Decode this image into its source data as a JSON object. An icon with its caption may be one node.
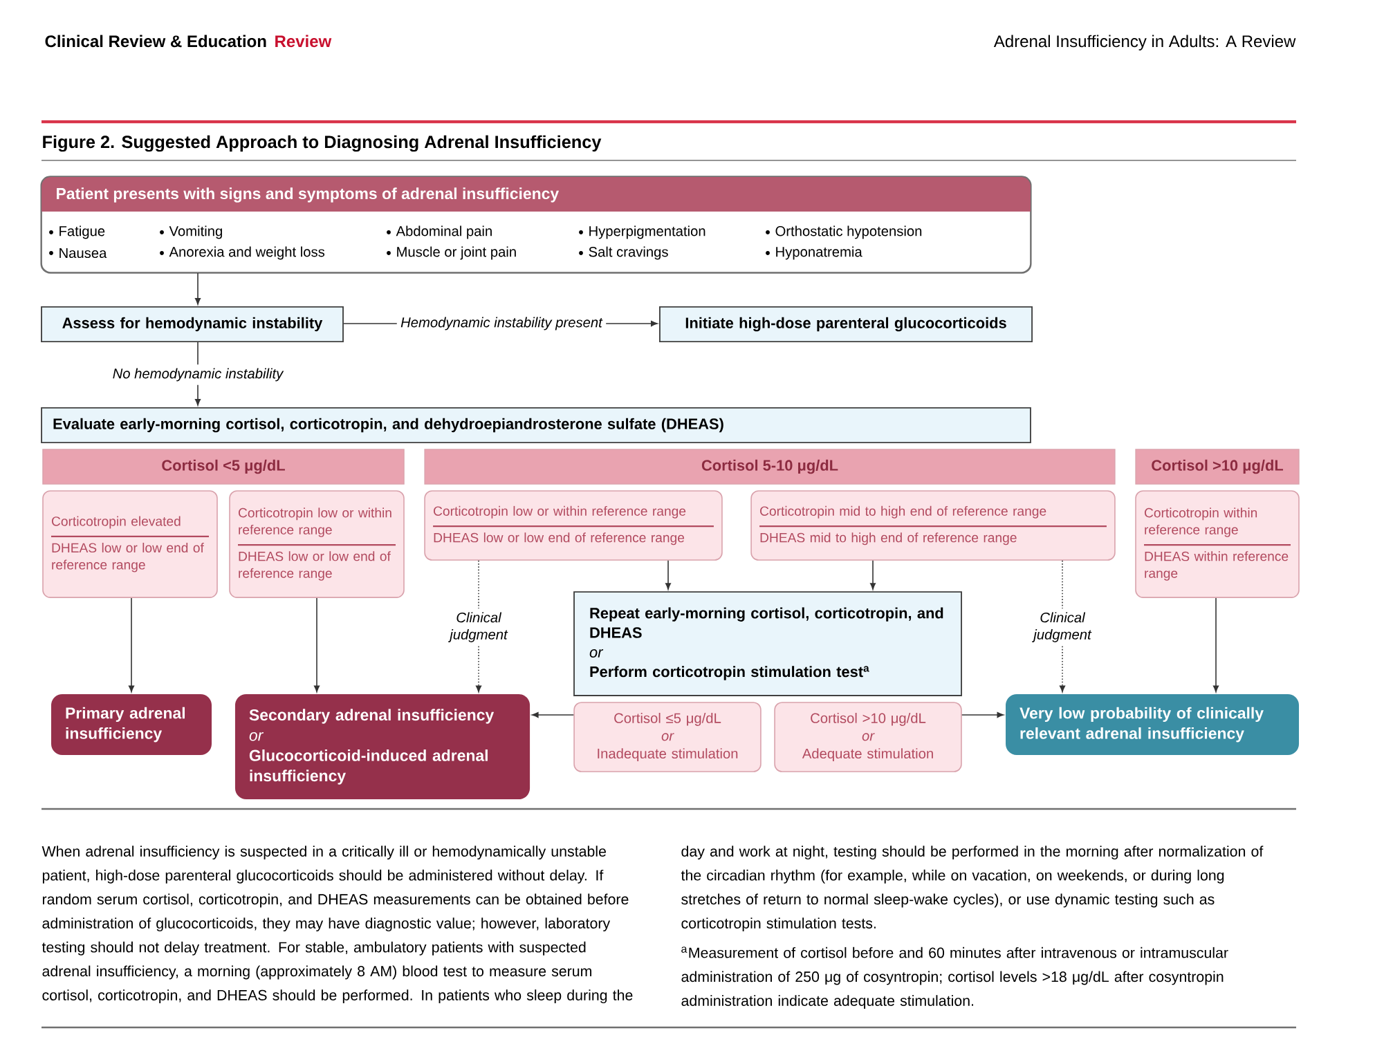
{
  "diagram": {
    "title": "Figure 2. Suggested Approach to Diagnosing Adrenal Insufficiency",
    "caption": "When adrenal insufficiency is suspected in a critically ill or hemodynamically unstable patient, high-dose parenteral glucocorticoids should be administered without delay. If random serum cortisol, corticotropin, and DHEAS measurements can be obtained before administration of glucocorticoids, they may have diagnostic value; however, laboratory testing should not delay treatment. For stable, ambulatory patients with suspected adrenal insufficiency, a morning (approximately 8 AM) blood test to measure serum cortisol, corticotropin, and DHEAS should be performed. In patients who sleep during the day and work at night, testing should be performed in the morning after normalization of the circadian rhythm (for example, while on vacation, on weekends, or during long stretches of return to normal sleep-wake cycles), or use dynamic testing such as corticotropin stimulation tests.",
    "nodes": [
      {
        "text": [
          "Patient presents with signs and symptoms of adrenal insufficiency",
          "Fatigue",
          "Nausea",
          "Vomiting",
          "Anorexia and weight loss",
          "Abdominal pain",
          "Muscle or joint pain",
          "Hyperpigmentation",
          "Salt cravings",
          "Orthostatic hypotension",
          "Hyponatremia"
        ]
      },
      {
        "text": [
          "Assess for hemodynamic instability"
        ]
      },
      {
        "text": [
          "Initiate high-dose parenteral glucocorticoids"
        ]
      },
      {
        "text": [
          "Evaluate early-morning cortisol, corticotropin, and dehydroepiandrosterone sulfate (DHEAS)"
        ]
      },
      {
        "text": [
          "Cortisol <5 μg/dL"
        ]
      },
      {
        "text": [
          "Cortisol 5-10 μg/dL"
        ]
      },
      {
        "text": [
          "Cortisol >10 μg/dL"
        ]
      },
      {
        "text": [
          "Corticotropin elevated",
          "DHEAS low or low end of reference range"
        ]
      },
      {
        "text": [
          "Corticotropin low or within reference range",
          "DHEAS low or low end of reference range"
        ]
      },
      {
        "text": [
          "Corticotropin low or within reference range",
          "DHEAS low or low end of reference range"
        ]
      },
      {
        "text": [
          "Corticotropin mid to high end of reference range",
          "DHEAS mid to high end of reference range"
        ]
      },
      {
        "text": [
          "Corticotropin within reference range",
          "DHEAS within reference range"
        ]
      },
      {
        "text": [
          "Repeat early-morning cortisol, corticotropin, and DHEAS",
          "or",
          "Perform corticotropin stimulation test$^{a}$"
        ]
      },
      {
        "text": [
          "Cortisol ≤5 μg/dL",
          "or",
          "Inadequate stimulation"
        ]
      },
      {
        "text": [
          "Cortisol >10 μg/dL",
          "or",
          "Adequate stimulation"
        ]
      },
      {
        "text": [
          "Primary adrenal insufficiency"
        ]
      },
      {
        "text": [
          "Secondary adrenal insufficiency",
          "or",
          "Glucocorticoid-induced adrenal insufficiency"
        ]
      },
      {
        "text": [
          "Very low probability of clinically relevant adrenal insufficiency"
        ]
      }
    ],
    "edges": [
      {
        "from": 0,
        "to": 1,
        "arrow": "to"
      },
      {
        "from": 1,
        "to": 2,
        "arrow": "to",
        "label": "Hemodynamic instability present"
      },
      {
        "from": 1,
        "to": 3,
        "arrow": "to",
        "label": "No hemodynamic instability"
      },
      {
        "from": 7,
        "to": 15,
        "arrow": "to"
      },
      {
        "from": 8,
        "to": 16,
        "arrow": "to"
      },
      {
        "from": 9,
        "to": 16,
        "arrow": "to",
        "style": "dashed",
        "label": "Clinical judgment"
      },
      {
        "from": 9,
        "to": 12,
        "arrow": "to"
      },
      {
        "from": 10,
        "to": 12,
        "arrow": "to"
      },
      {
        "from": 10,
        "to": 17,
        "arrow": "to",
        "style": "dashed",
        "label": "Clinical judgment"
      },
      {
        "from": 11,
        "to": 17,
        "arrow": "to"
      },
      {
        "from": 13,
        "to": 16,
        "arrow": "to"
      },
      {
        "from": 14,
        "to": 17,
        "arrow": "to"
      }
    ],
    "labels": [
      "Clinical Review & Education",
      "Review",
      "Adrenal Insufficiency in Adults: A Review",
      "$^{a}$Measurement of cortisol before and 60 minutes after intravenous or intramuscular administration of 250 μg of cosyntropin; cortisol levels >18 μg/dL after cosyntropin administration indicate adequate stimulation."
    ]
  }
}
